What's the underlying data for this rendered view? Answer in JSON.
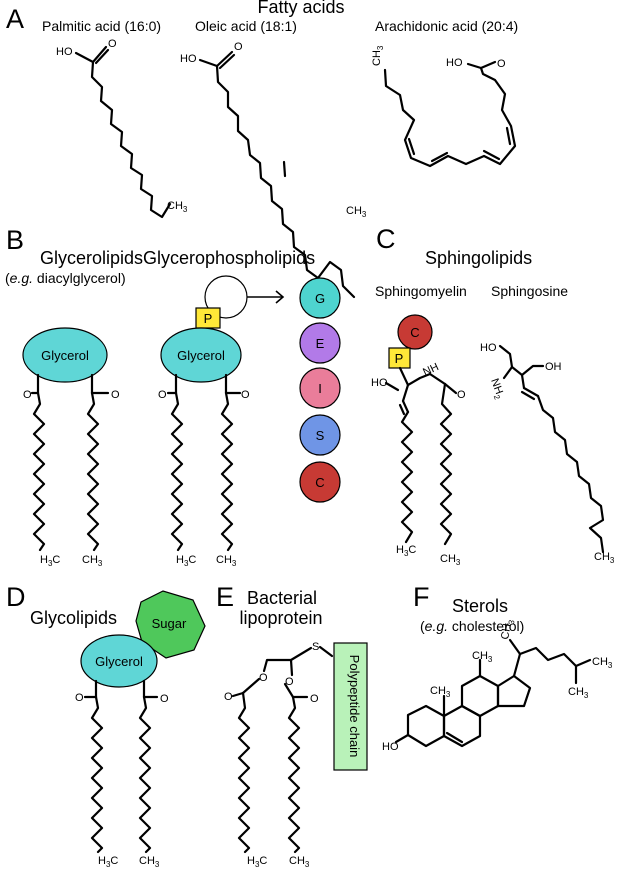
{
  "panels": {
    "A": {
      "letter": "A",
      "title": "Fatty acids",
      "molecules": {
        "palmitic": "Palmitic acid (16:0)",
        "oleic": "Oleic acid (18:1)",
        "arachidonic": "Arachidonic acid (20:4)"
      }
    },
    "B": {
      "letter": "B",
      "title_glycerolipids": "Glycerolipids",
      "subtitle_prefix": "e.g.",
      "subtitle_rest": " diacylglycerol)",
      "title_glycerophospholipids": "Glycerophospholipids",
      "headgroups": [
        "G",
        "E",
        "I",
        "S",
        "C"
      ]
    },
    "C": {
      "letter": "C",
      "title": "Sphingolipids",
      "sphingomyelin": "Sphingomyelin",
      "sphingosine": "Sphingosine"
    },
    "D": {
      "letter": "D",
      "title": "Glycolipids",
      "sugar": "Sugar"
    },
    "E": {
      "letter": "E",
      "title_line1": "Bacterial",
      "title_line2": "lipoprotein",
      "polypeptide": "Polypeptide chain"
    },
    "F": {
      "letter": "F",
      "title": "Sterols",
      "subtitle_prefix": "e.g.",
      "subtitle_rest": " cholesterol)"
    }
  },
  "labels": {
    "glycerol": "Glycerol",
    "phosphate": "P",
    "choline": "C",
    "ho": "HO",
    "oh": "OH",
    "nh": "NH",
    "nh2": "NH",
    "s": "S",
    "o": "O",
    "ch3": "CH",
    "h3c": "H",
    "sub2": "2",
    "sub3": "3",
    "me": "CH",
    "h3": "3"
  },
  "colors": {
    "glycerol": "#5fd6d6",
    "phosphate": "#ffe838",
    "headgroup_G": "#4ed4cf",
    "headgroup_E": "#b27ae8",
    "headgroup_I": "#ea7d9a",
    "headgroup_S": "#6f95e6",
    "headgroup_C": "#c73a34",
    "sugar": "#4fc85b",
    "polypeptide": "#b9f2b9"
  }
}
